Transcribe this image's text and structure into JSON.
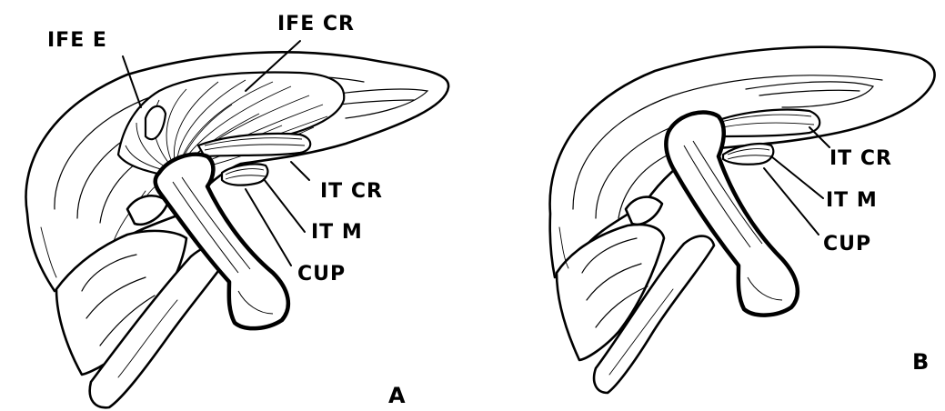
{
  "panel_a": {
    "letter": "A",
    "labels": {
      "ife_e": "IFE E",
      "ife_cr": "IFE CR",
      "it_cr": "IT CR",
      "it_m": "IT M",
      "cup": "CUP"
    }
  },
  "panel_b": {
    "letter": "B",
    "labels": {
      "it_cr": "IT CR",
      "it_m": "IT M",
      "cup": "CUP"
    }
  }
}
